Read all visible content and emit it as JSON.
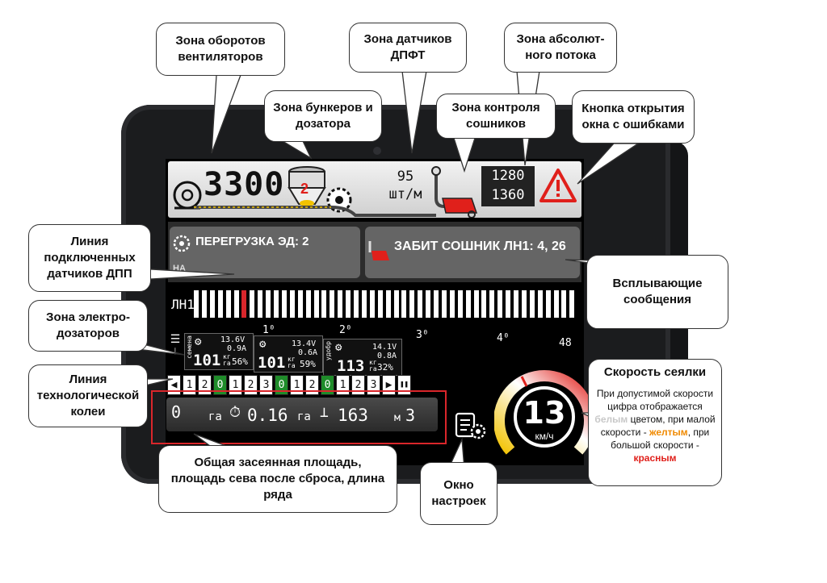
{
  "callouts": {
    "fans": "Зона оборотов вентиляторов",
    "dpft": "Зона датчиков ДПФТ",
    "abs_flow": "Зона абсолют-ного потока",
    "hopper": "Зона бункеров и дозатора",
    "openers": "Зона контроля сошников",
    "errors_btn": "Кнопка  открытия окна с ошибками",
    "dpp_line": "Линия подключенных датчиков ДПП",
    "popups": "Всплывающие сообщения",
    "electro": "Зона электро-дозаторов",
    "tramline": "Линия технологической колеи",
    "area": "Общая засеянная площадь, площадь сева после сброса, длина ряда",
    "settings": "Окно настроек"
  },
  "speed_info": {
    "title": "Скорость сеялки",
    "text_1": "При допустимой скорости цифра отображается",
    "white_word": "белым",
    "text_2": "цветом, при малой скорости -",
    "yellow_word": "желтым",
    "text_3": ", при большой скорости -",
    "red_word": "красным"
  },
  "screen": {
    "fan_rpm": "3300",
    "hopper_number": "2",
    "seed_rate_value": "95",
    "seed_rate_unit": "шт/м",
    "flow_1": "1280",
    "flow_2": "1360",
    "popup_left": "ПЕРЕГРУЗКА ЭД: 2",
    "popup_left_sub": "НА",
    "popup_right": "ЗАБИТ СОШНИК ЛН1: 4, 26",
    "line_label": "ЛН1",
    "ticks": [
      "1⁰",
      "2⁰",
      "3⁰",
      "4⁰",
      "48"
    ],
    "dosers": [
      {
        "name": "семена",
        "volt": "13.6V",
        "amp": "0.9A",
        "rate": "101",
        "unit_top": "кг",
        "unit_bot": "га",
        "pct": "56%"
      },
      {
        "name": "",
        "volt": "13.4V",
        "amp": "0.6A",
        "rate": "101",
        "unit_top": "кг",
        "unit_bot": "га",
        "pct": "59%"
      },
      {
        "name": "удобр",
        "volt": "14.1V",
        "amp": "0.8A",
        "rate": "113",
        "unit_top": "кг",
        "unit_bot": "га",
        "pct": "32%"
      }
    ],
    "tramline_cells": [
      "1",
      "2",
      "0",
      "1",
      "2",
      "3",
      "0",
      "1",
      "2",
      "0",
      "1",
      "2",
      "3"
    ],
    "tramline_green": [
      2,
      6,
      9
    ],
    "area_total": "0",
    "area_unit_1": "га",
    "area_reset": "0.16",
    "area_unit_2": "га",
    "row_length": "163",
    "row_unit": "м",
    "row_extra": "3",
    "speed_value": "13",
    "speed_unit": "км/ч",
    "red_sensors": [
      7,
      49
    ]
  },
  "colors": {
    "alert_red": "#d9262b",
    "tram_green": "#1f8c2a",
    "speed_yellow": "#f2c200",
    "speed_red": "#e0201b"
  }
}
